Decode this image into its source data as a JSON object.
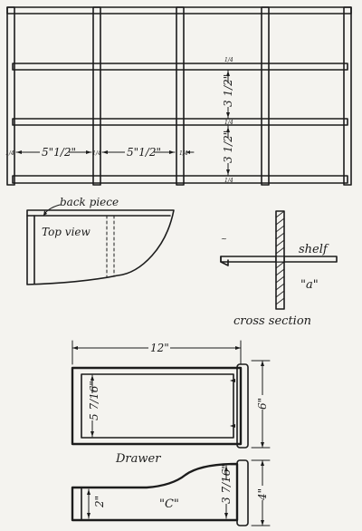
{
  "frame_dims": {
    "section_width": "5\"1/2\"",
    "section_width_2": "5\"1/2\"",
    "shelf_height": "3 1/2\"",
    "shelf_height_2": "3 1/2\"",
    "thickness_v1": "1/4",
    "thickness_v2": "1/4",
    "thickness_v3": "1/4",
    "thickness_h1": "1/4",
    "thickness_h2": "1/4",
    "thickness_h3": "1/4"
  },
  "top_view": {
    "back_label": "back piece",
    "title": "Top view"
  },
  "cross_section": {
    "shelf_label": "shelf",
    "marker_a": "\"a\"",
    "title": "cross section"
  },
  "drawer": {
    "length": "12\"",
    "inner_height": "5 7/16\"",
    "outer_height": "6\"",
    "title": "Drawer"
  },
  "side_piece": {
    "width_label": "2\"",
    "marker_c": "\"C\"",
    "inner_dim": "3 7/16\"",
    "outer_dim": "4\""
  }
}
